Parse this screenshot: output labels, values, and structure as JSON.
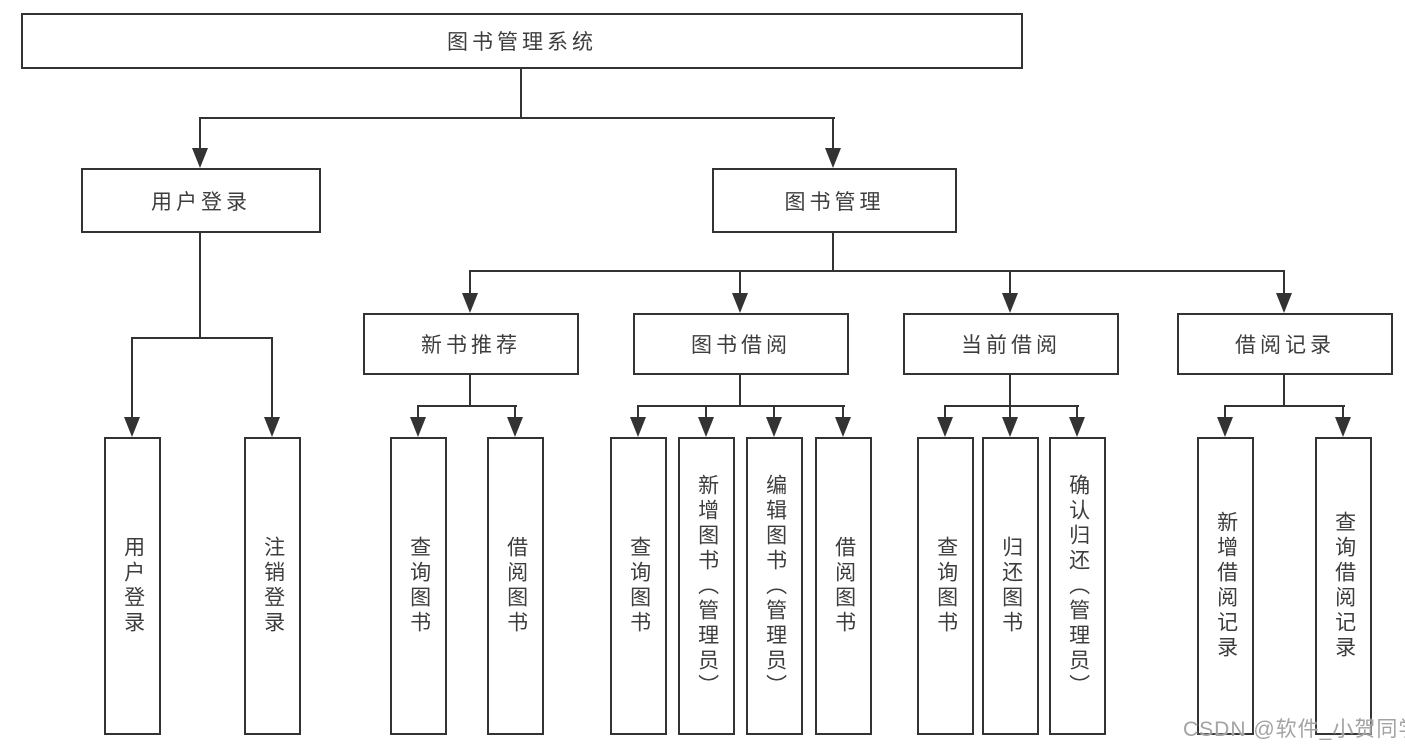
{
  "diagram": {
    "type": "hierarchy-tree",
    "root": {
      "label": "图书管理系统"
    },
    "level2": [
      {
        "label": "用户登录"
      },
      {
        "label": "图书管理"
      }
    ],
    "level3": [
      {
        "label": "新书推荐",
        "parent": "图书管理"
      },
      {
        "label": "图书借阅",
        "parent": "图书管理"
      },
      {
        "label": "当前借阅",
        "parent": "图书管理"
      },
      {
        "label": "借阅记录",
        "parent": "图书管理"
      }
    ],
    "leaves": [
      {
        "label": "用户登录",
        "parent": "用户登录"
      },
      {
        "label": "注销登录",
        "parent": "用户登录"
      },
      {
        "label": "查询图书",
        "parent": "新书推荐"
      },
      {
        "label": "借阅图书",
        "parent": "新书推荐"
      },
      {
        "label": "查询图书",
        "parent": "图书借阅"
      },
      {
        "label": "新增图书（管理员）",
        "parent": "图书借阅"
      },
      {
        "label": "编辑图书（管理员）",
        "parent": "图书借阅"
      },
      {
        "label": "借阅图书",
        "parent": "图书借阅"
      },
      {
        "label": "查询图书",
        "parent": "当前借阅"
      },
      {
        "label": "归还图书",
        "parent": "当前借阅"
      },
      {
        "label": "确认归还（管理员）",
        "parent": "当前借阅"
      },
      {
        "label": "新增借阅记录",
        "parent": "借阅记录"
      },
      {
        "label": "查询借阅记录",
        "parent": "借阅记录"
      }
    ]
  },
  "watermark": {
    "text": "CSDN @软件_小贺同学"
  },
  "colors": {
    "line": "#333333",
    "text": "#3d3d3d",
    "background": "#ffffff",
    "watermark": "#a3a3a3"
  }
}
